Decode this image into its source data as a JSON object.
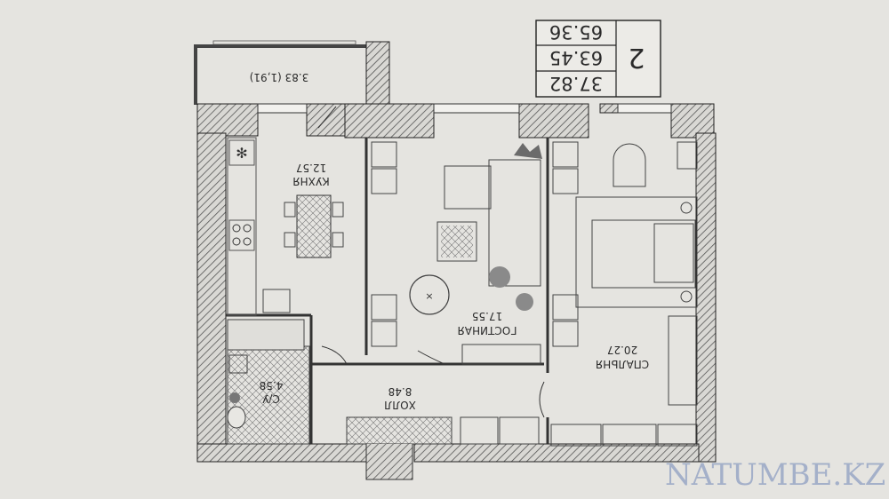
{
  "plan": {
    "apartment_type": "2",
    "areas": [
      "37.82",
      "63.45",
      "65.36"
    ],
    "rooms": {
      "balcony": {
        "area": "3.83 (1,91)"
      },
      "kitchen": {
        "name": "КУХНЯ",
        "area": "12.57"
      },
      "living": {
        "name": "ГОСТИНАЯ",
        "area": "17.55"
      },
      "bedroom": {
        "name": "СПАЛЬНЯ",
        "area": "20.27"
      },
      "hall": {
        "name": "ХОЛЛ",
        "area": "8.48"
      },
      "bathroom": {
        "name": "С/У",
        "area": "4.58"
      }
    }
  },
  "watermark": "NATUMBE.KZ"
}
